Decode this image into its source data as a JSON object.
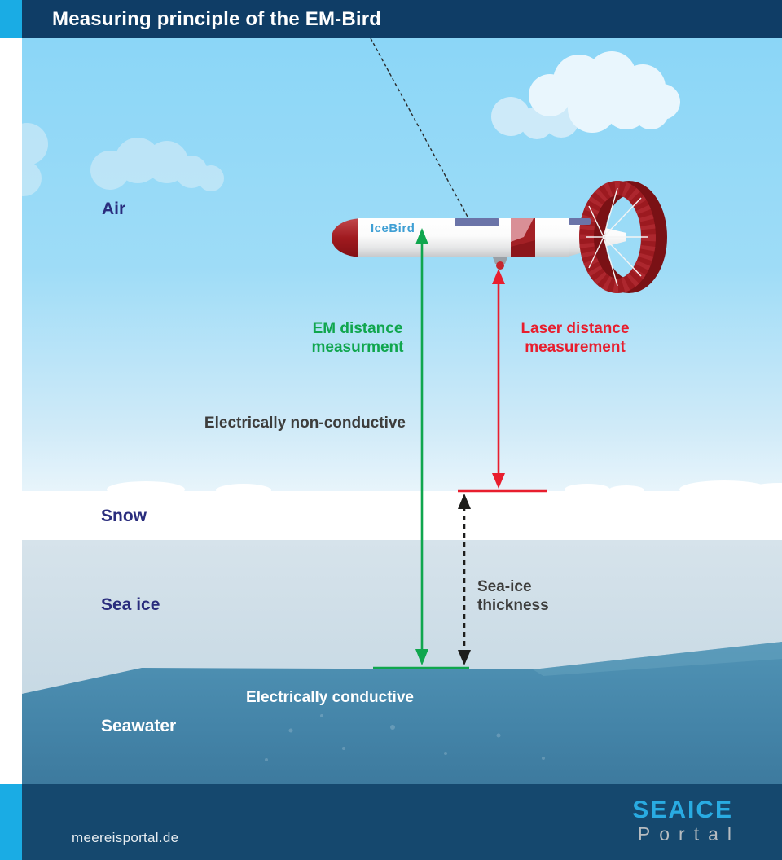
{
  "header": {
    "title": "Measuring principle of the EM-Bird"
  },
  "diagram": {
    "device": {
      "label": "IceBird"
    },
    "layers": {
      "air": "Air",
      "snow": "Snow",
      "sea_ice": "Sea ice",
      "seawater": "Seawater"
    },
    "annotations": {
      "em_measurement": "EM distance\nmeasurment",
      "laser_measurement": "Laser distance\nmeasurement",
      "non_conductive": "Electrically non-conductive",
      "sea_ice_thickness": "Sea-ice\nthickness",
      "conductive": "Electrically conductive"
    },
    "colors": {
      "accent_cyan": "#1aace4",
      "header_navy": "#0f3d66",
      "footer_navy": "#15486e",
      "em_green": "#10a64e",
      "laser_red": "#e81e2e",
      "label_indigo": "#2a2d7d",
      "device_red": "#a32025",
      "logo_blue": "#29abe2"
    }
  },
  "footer": {
    "site": "meereisportal.de",
    "logo_line1": "SEAICE",
    "logo_line2": "Portal"
  }
}
